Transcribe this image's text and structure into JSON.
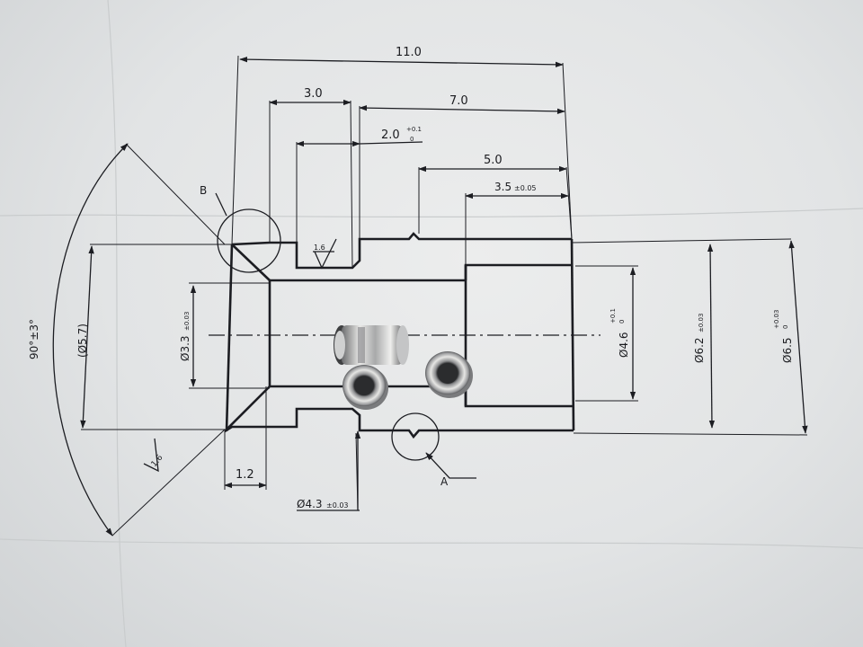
{
  "drawing": {
    "dimensions": {
      "overall_length": "11.0",
      "left_step": "3.0",
      "right_length": "7.0",
      "groove_width": "2.0",
      "groove_tol_upper": "+0.1",
      "groove_tol_lower": "0",
      "right_section": "5.0",
      "bore_depth": "3.5",
      "bore_depth_tol": "±0.05",
      "chamfer_len": "1.2",
      "countersink_angle": "90°±3°",
      "ref_dia": "(Ø5.7)",
      "inner_dia": "Ø3.3",
      "inner_dia_tol": "±0.03",
      "bore_dia": "Ø4.6",
      "bore_dia_tol_upper": "+0.1",
      "bore_dia_tol_lower": "0",
      "mid_dia": "Ø6.2",
      "mid_dia_tol": "±0.03",
      "outer_dia": "Ø6.5",
      "outer_dia_tol_upper": "+0.03",
      "outer_dia_tol_lower": "0",
      "groove_dia": "Ø4.3",
      "groove_dia_tol": "±0.03"
    },
    "surface_finish_1": "1.6",
    "surface_finish_2": "1.6",
    "detail_b": "B",
    "detail_a": "A"
  },
  "colors": {
    "ink": "#1c1d22",
    "paper": "#e6e7e8",
    "metal_light": "#d8d8d6",
    "metal_dark": "#5e5f61"
  }
}
